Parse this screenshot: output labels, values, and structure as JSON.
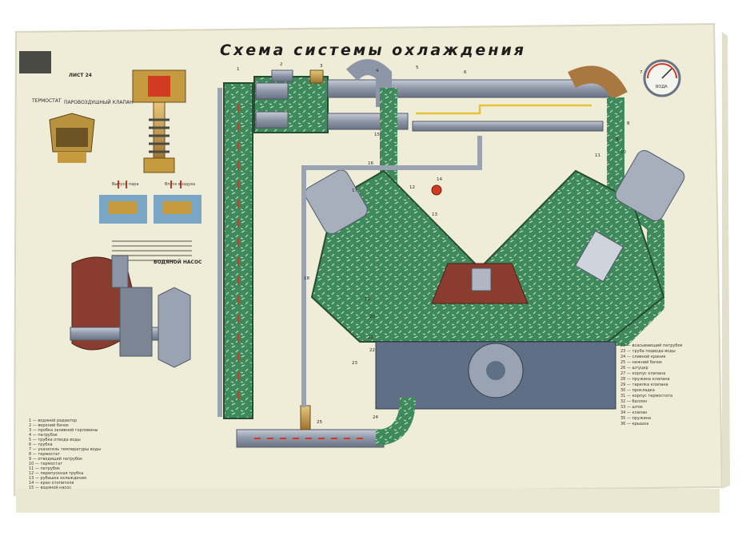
{
  "title": "Схема системы охлаждения",
  "sheet_label": "ЛИСТ 24",
  "labels": {
    "steam_valve": "ПАРОВОЗДУШНЫЙ КЛАПАН",
    "thermostat": "ТЕРМОСТАТ",
    "steam_out": "Выпуск пара",
    "air_in": "Впуск воздуха",
    "water_pump": "ВОДЯНОЙ НАСОС",
    "gauge": "ВОДА"
  },
  "left_legend": [
    "1 — водяной радиатор",
    "2 — верхний бачок",
    "3 — пробка заливной горловины",
    "4 — патрубок",
    "5 — трубка отвода воды",
    "6 — трубка",
    "7 — указатель температуры воды",
    "8 — термостат",
    "9 — отводящий патрубок",
    "10 — термостат",
    "11 — патрубок",
    "12 — перепускная трубка",
    "13 — рубашка охлаждения",
    "14 — кран отопителя",
    "15 — водяной насос"
  ],
  "right_legend": [
    "22 — всасывающий патрубок",
    "23 — труба подвода воды",
    "24 — сливной краник",
    "25 — нижний бачок",
    "26 — штуцер",
    "27 — корпус клапана",
    "28 — пружина клапана",
    "29 — тарелка клапана",
    "30 — прокладка",
    "31 — корпус термостата",
    "32 — баллон",
    "33 — шток",
    "34 — клапан",
    "35 — пружина",
    "36 — крышка"
  ],
  "diagram_labels": [
    "1",
    "2",
    "3",
    "4",
    "5",
    "6",
    "7",
    "8",
    "9",
    "10",
    "11",
    "12",
    "13",
    "14",
    "15",
    "16",
    "17",
    "18",
    "19",
    "20",
    "21",
    "22",
    "23",
    "24",
    "25"
  ],
  "colors": {
    "paper": "#efedd8",
    "coolant": "#3f8a5c",
    "pipe": "#8d96a6",
    "engine": "#5f6f86",
    "red": "#d23a22",
    "brass": "#c69a3f"
  }
}
